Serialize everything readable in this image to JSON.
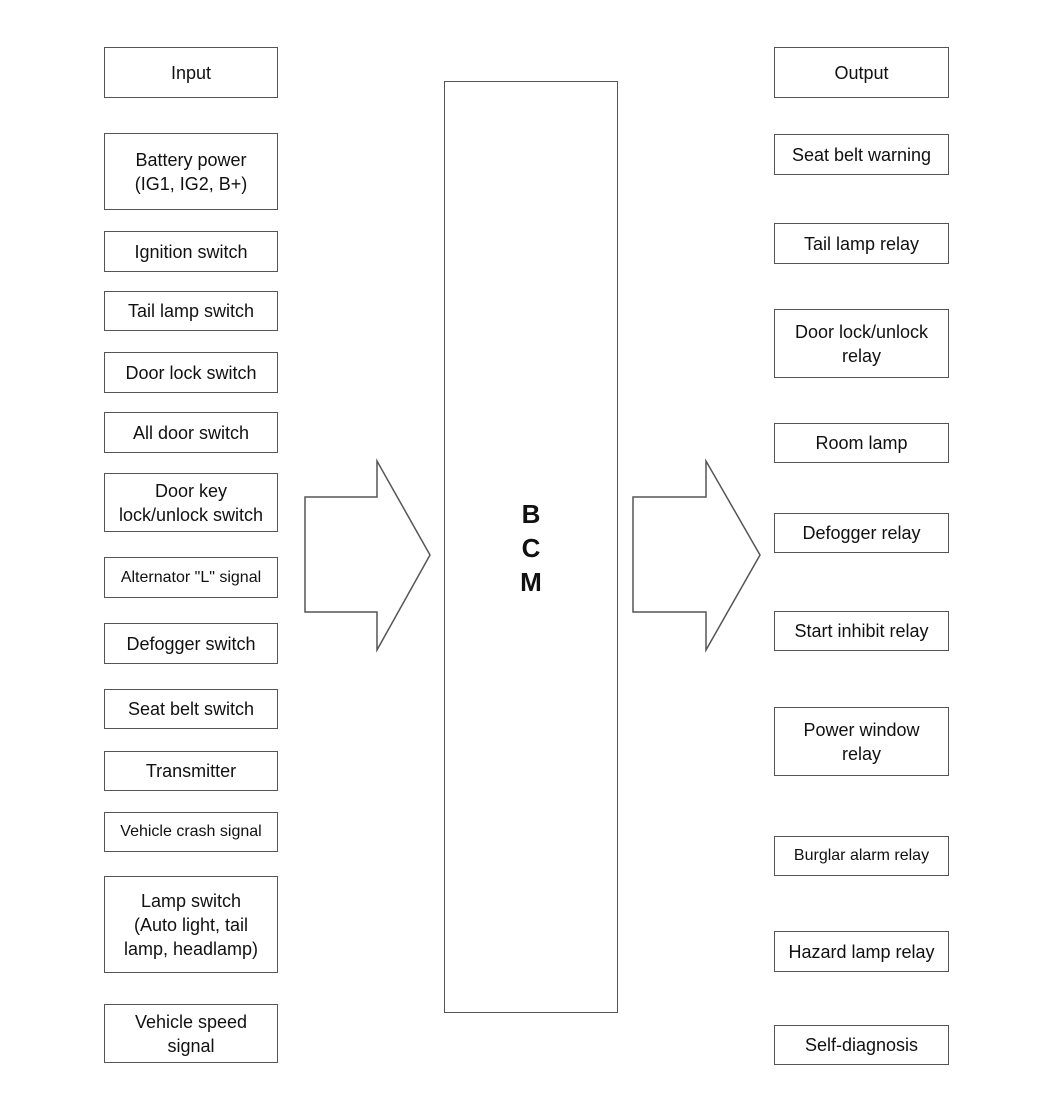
{
  "diagram": {
    "bcm_label": "B\nC\nM",
    "inputs": {
      "header": "Input",
      "items": [
        "Battery power\n(IG1, IG2, B+)",
        "Ignition switch",
        "Tail lamp switch",
        "Door lock switch",
        "All door switch",
        "Door key\nlock/unlock switch",
        "Alternator \"L\" signal",
        "Defogger switch",
        "Seat belt switch",
        "Transmitter",
        "Vehicle crash signal",
        "Lamp switch\n(Auto light, tail\nlamp, headlamp)",
        "Vehicle speed\nsignal"
      ]
    },
    "outputs": {
      "header": "Output",
      "items": [
        "Seat belt warning",
        "Tail lamp relay",
        "Door lock/unlock\nrelay",
        "Room lamp",
        "Defogger relay",
        "Start inhibit relay",
        "Power window\nrelay",
        "Burglar alarm relay",
        "Hazard lamp relay",
        "Self-diagnosis"
      ]
    }
  }
}
